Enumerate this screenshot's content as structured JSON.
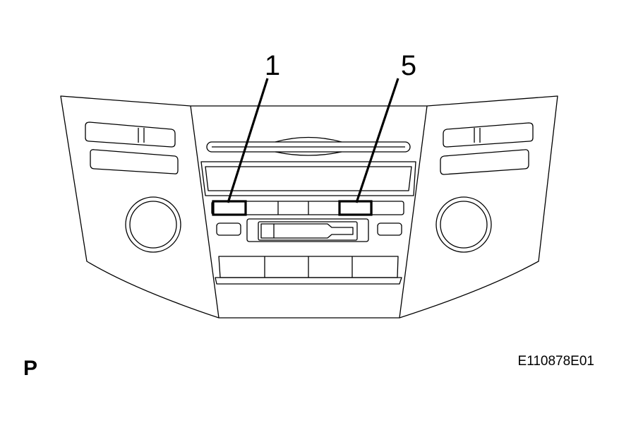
{
  "callouts": [
    {
      "label": "1"
    },
    {
      "label": "5"
    }
  ],
  "corner_left": "P",
  "figure_code": "E110878E01"
}
